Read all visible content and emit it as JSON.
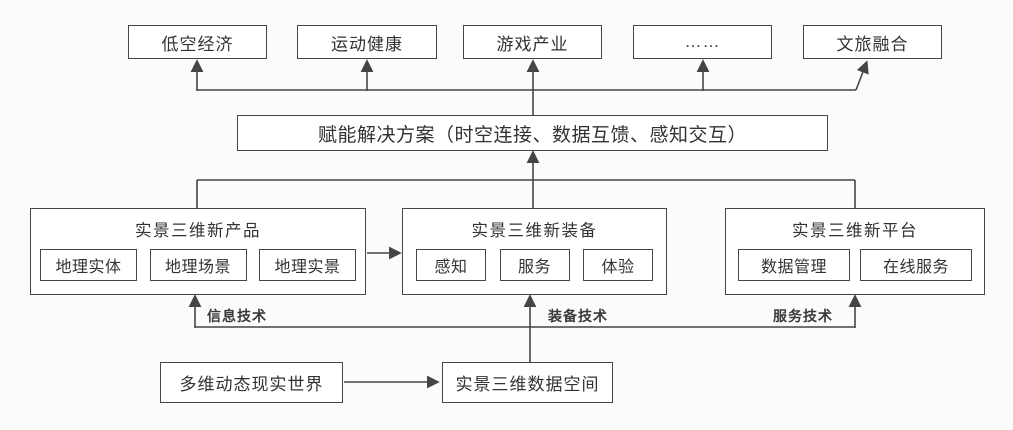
{
  "applications": [
    "低空经济",
    "运动健康",
    "游戏产业",
    "……",
    "文旅融合"
  ],
  "solution": "赋能解决方案（时空连接、数据互馈、感知交互）",
  "products": {
    "title": "实景三维新产品",
    "items": [
      "地理实体",
      "地理场景",
      "地理实景"
    ]
  },
  "equipment": {
    "title": "实景三维新装备",
    "items": [
      "感知",
      "服务",
      "体验"
    ]
  },
  "platform": {
    "title": "实景三维新平台",
    "items": [
      "数据管理",
      "在线服务"
    ]
  },
  "tech_labels": [
    "信息技术",
    "装备技术",
    "服务技术"
  ],
  "source_world": "多维动态现实世界",
  "data_space": "实景三维数据空间",
  "colors": {
    "line": "#454545",
    "text": "#333333",
    "background": "#fbfbfb"
  }
}
